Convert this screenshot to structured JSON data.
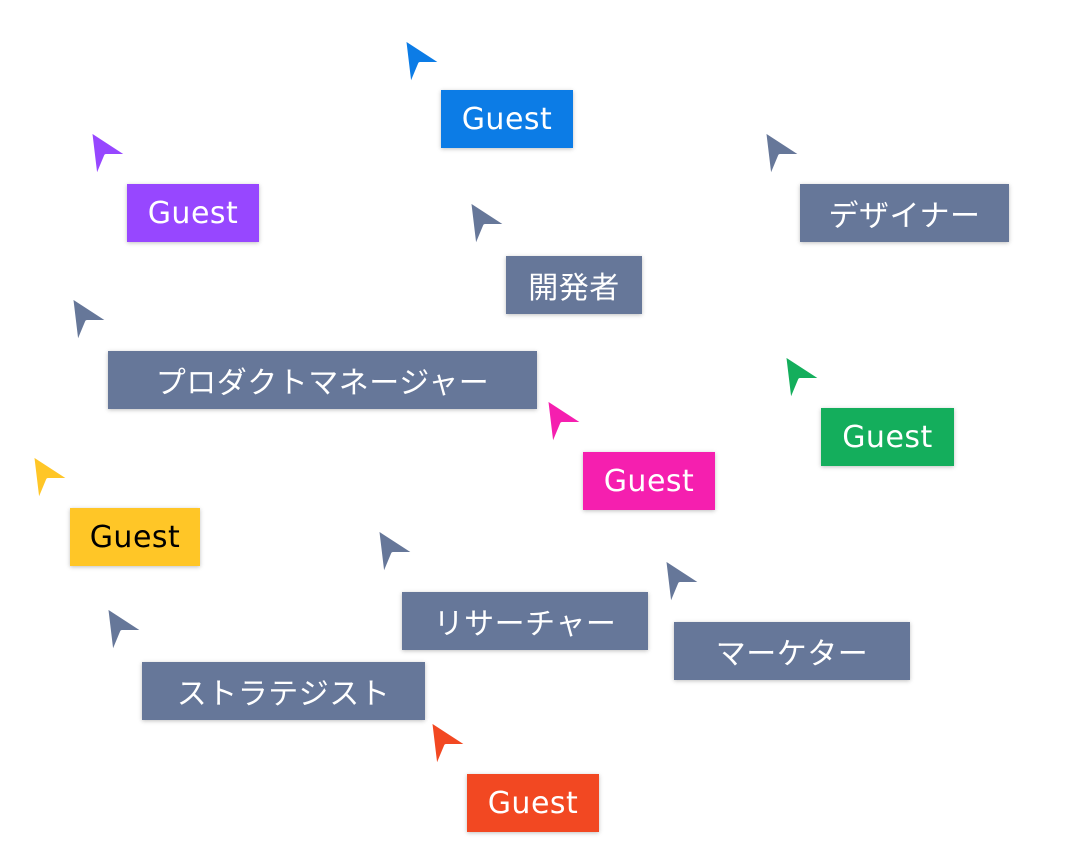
{
  "collaborators": [
    {
      "id": "guest-blue",
      "label": "Guest",
      "color": "#0C7CE6",
      "text_color": "#ffffff"
    },
    {
      "id": "guest-purple",
      "label": "Guest",
      "color": "#9747FF",
      "text_color": "#ffffff"
    },
    {
      "id": "designer",
      "label": "デザイナー",
      "color": "#667799",
      "text_color": "#ffffff"
    },
    {
      "id": "developer",
      "label": "開発者",
      "color": "#667799",
      "text_color": "#ffffff"
    },
    {
      "id": "product-manager",
      "label": "プロダクトマネージャー",
      "color": "#667799",
      "text_color": "#ffffff"
    },
    {
      "id": "guest-green",
      "label": "Guest",
      "color": "#14AE5C",
      "text_color": "#ffffff"
    },
    {
      "id": "guest-pink",
      "label": "Guest",
      "color": "#F51FAF",
      "text_color": "#ffffff"
    },
    {
      "id": "guest-yellow",
      "label": "Guest",
      "color": "#FFC627",
      "text_color": "#000000"
    },
    {
      "id": "researcher",
      "label": "リサーチャー",
      "color": "#667799",
      "text_color": "#ffffff"
    },
    {
      "id": "marketer",
      "label": "マーケター",
      "color": "#667799",
      "text_color": "#ffffff"
    },
    {
      "id": "strategist",
      "label": "ストラテジスト",
      "color": "#667799",
      "text_color": "#ffffff"
    },
    {
      "id": "guest-orange",
      "label": "Guest",
      "color": "#F24822",
      "text_color": "#ffffff"
    }
  ],
  "icons": {
    "cursor": "cursor-arrow-icon"
  }
}
